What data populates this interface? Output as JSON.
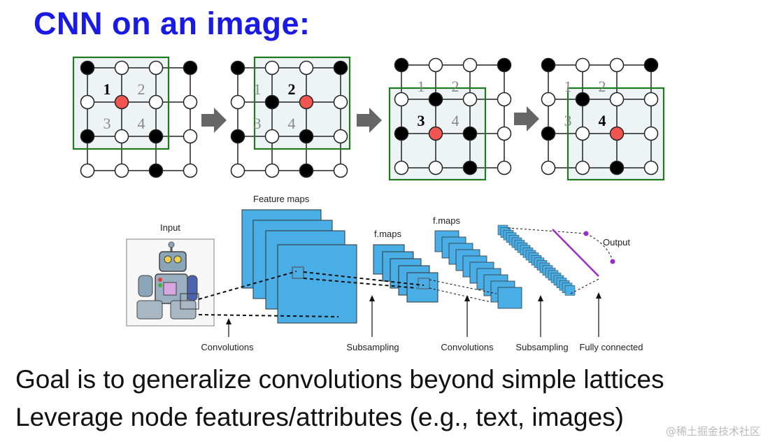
{
  "title": "CNN on an image:",
  "grid_steps": [
    {
      "active": "1"
    },
    {
      "active": "2"
    },
    {
      "active": "3"
    },
    {
      "active": "4"
    }
  ],
  "cnn_diagram": {
    "input_label": "Input",
    "feature_maps_label": "Feature maps",
    "fmaps_label_1": "f.maps",
    "fmaps_label_2": "f.maps",
    "output_label": "Output",
    "stage_labels": [
      "Convolutions",
      "Subsampling",
      "Convolutions",
      "Subsampling",
      "Fully connected"
    ]
  },
  "bullets": [
    "Goal is to generalize convolutions beyond simple lattices",
    "Leverage node features/attributes (e.g., text, images)"
  ],
  "watermark": "@稀土掘金技术社区",
  "colors": {
    "title": "#1a1ae6",
    "window": "#1f7a1f",
    "center_node": "#f0554f",
    "map_fill": "#4aaee6"
  }
}
